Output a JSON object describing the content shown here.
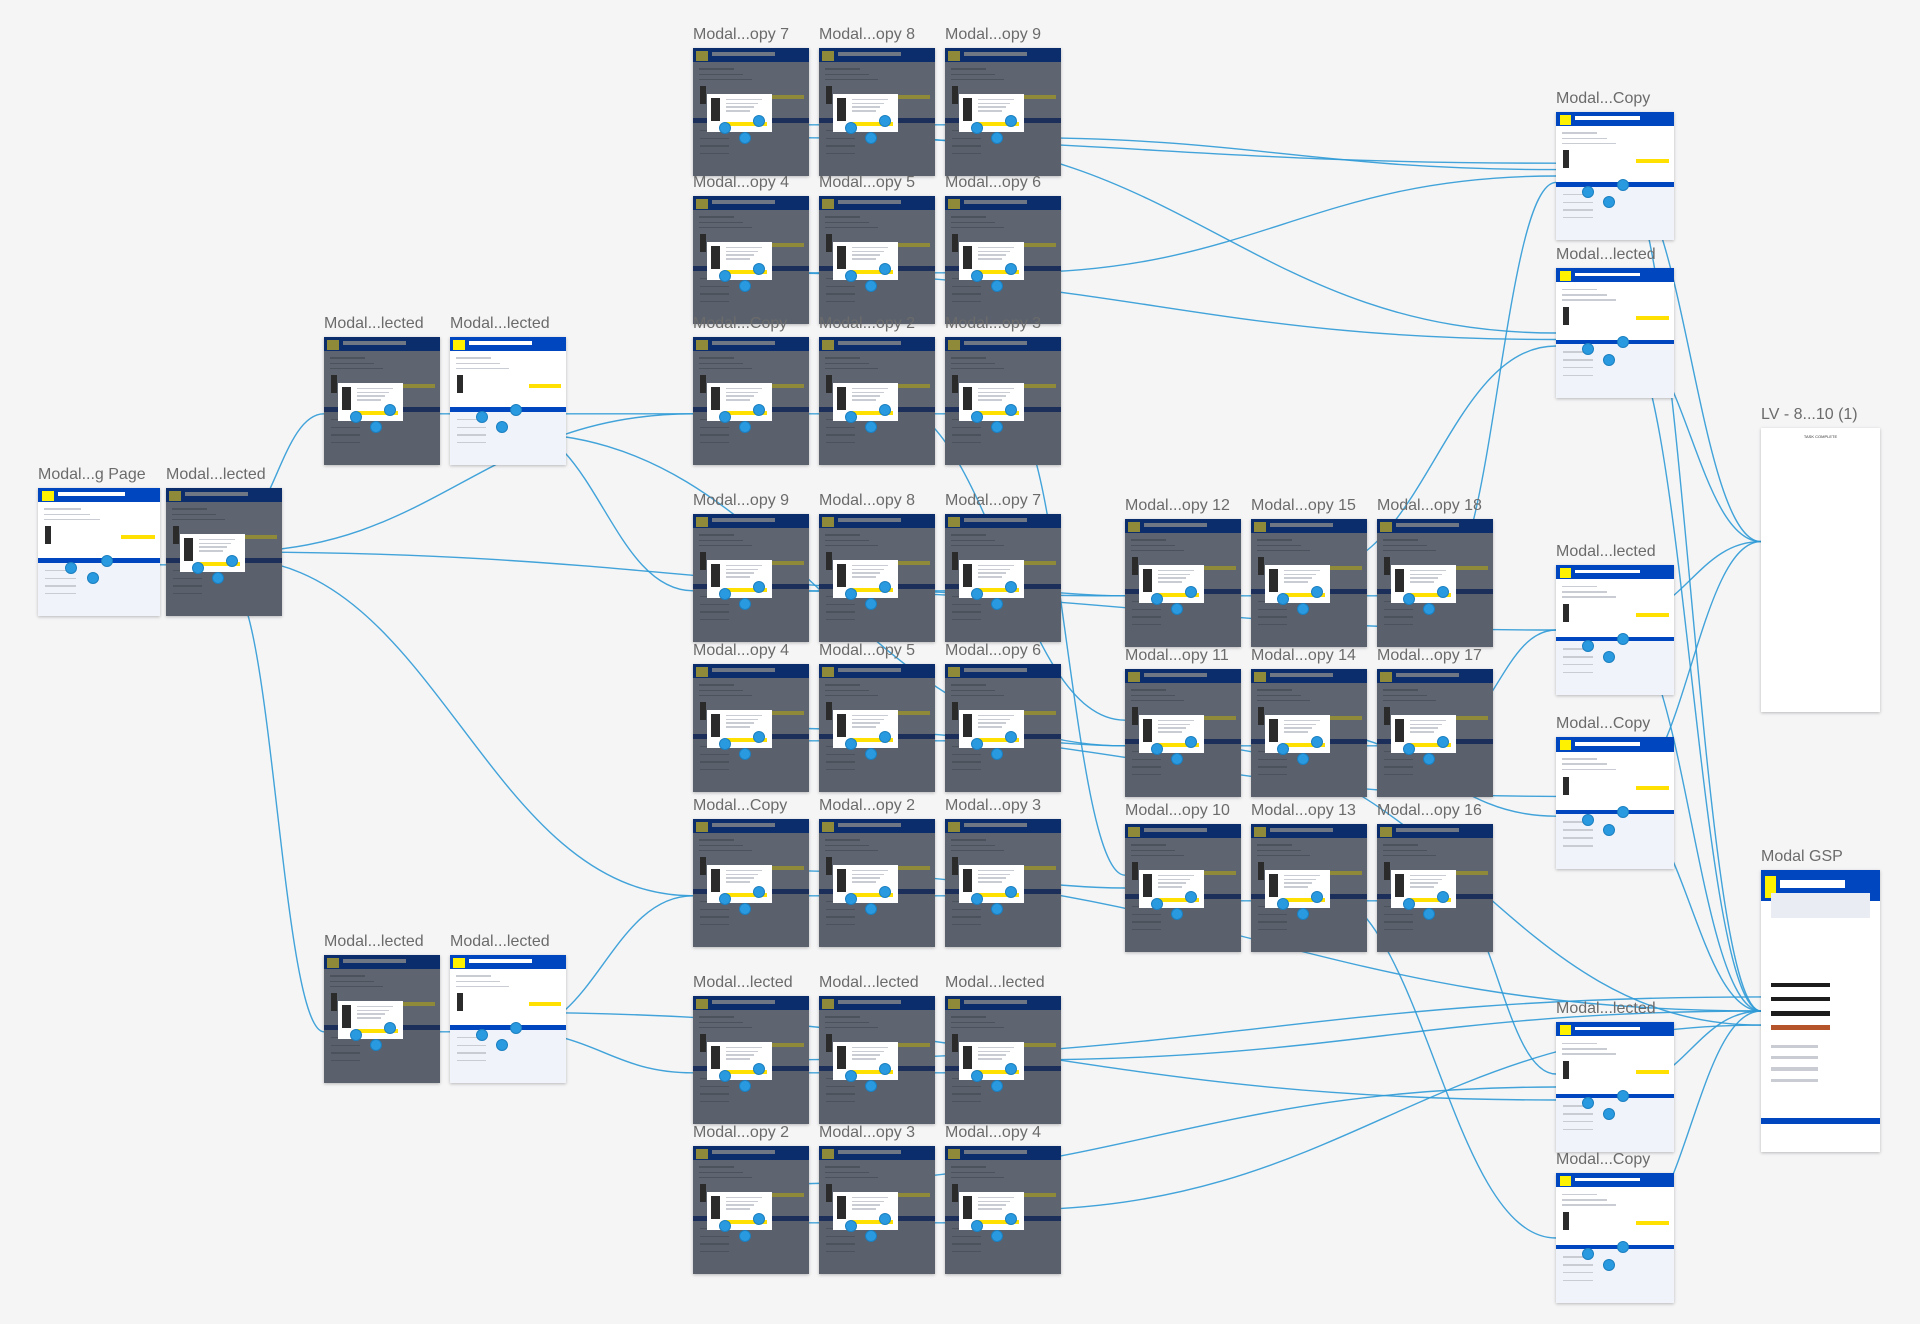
{
  "canvas": {
    "background": "#f5f5f6",
    "connector_color": "#2e9ad6",
    "hotspot_color": "#2a9ae0"
  },
  "artboards": [
    {
      "id": "a0",
      "label": "Modal...g Page",
      "style": "light"
    },
    {
      "id": "a1",
      "label": "Modal...lected",
      "style": "dark"
    },
    {
      "id": "a2",
      "label": "Modal...lected",
      "style": "dark"
    },
    {
      "id": "a3",
      "label": "Modal...lected",
      "style": "light"
    },
    {
      "id": "a4",
      "label": "Modal...lected",
      "style": "dark"
    },
    {
      "id": "a5",
      "label": "Modal...lected",
      "style": "light"
    },
    {
      "id": "b1",
      "label": "Modal...opy 7",
      "style": "dark"
    },
    {
      "id": "b2",
      "label": "Modal...opy 8",
      "style": "dark"
    },
    {
      "id": "b3",
      "label": "Modal...opy 9",
      "style": "dark"
    },
    {
      "id": "b4",
      "label": "Modal...opy 4",
      "style": "dark"
    },
    {
      "id": "b5",
      "label": "Modal...opy 5",
      "style": "dark"
    },
    {
      "id": "b6",
      "label": "Modal...opy 6",
      "style": "dark"
    },
    {
      "id": "b7",
      "label": "Modal...Copy",
      "style": "dark"
    },
    {
      "id": "b8",
      "label": "Modal...opy 2",
      "style": "dark"
    },
    {
      "id": "b9",
      "label": "Modal...opy 3",
      "style": "dark"
    },
    {
      "id": "c1",
      "label": "Modal...opy 9",
      "style": "dark"
    },
    {
      "id": "c2",
      "label": "Modal...opy 8",
      "style": "dark"
    },
    {
      "id": "c3",
      "label": "Modal...opy 7",
      "style": "dark"
    },
    {
      "id": "c4",
      "label": "Modal...opy 4",
      "style": "dark"
    },
    {
      "id": "c5",
      "label": "Modal...opy 5",
      "style": "dark"
    },
    {
      "id": "c6",
      "label": "Modal...opy 6",
      "style": "dark"
    },
    {
      "id": "c7",
      "label": "Modal...Copy",
      "style": "dark"
    },
    {
      "id": "c8",
      "label": "Modal...opy 2",
      "style": "dark"
    },
    {
      "id": "c9",
      "label": "Modal...opy 3",
      "style": "dark"
    },
    {
      "id": "d1",
      "label": "Modal...lected",
      "style": "dark"
    },
    {
      "id": "d2",
      "label": "Modal...lected",
      "style": "dark"
    },
    {
      "id": "d3",
      "label": "Modal...lected",
      "style": "dark"
    },
    {
      "id": "d4",
      "label": "Modal...opy 2",
      "style": "dark"
    },
    {
      "id": "d5",
      "label": "Modal...opy 3",
      "style": "dark"
    },
    {
      "id": "d6",
      "label": "Modal...opy 4",
      "style": "dark"
    },
    {
      "id": "e1",
      "label": "Modal...opy 12",
      "style": "dark"
    },
    {
      "id": "e2",
      "label": "Modal...opy 15",
      "style": "dark"
    },
    {
      "id": "e3",
      "label": "Modal...opy 18",
      "style": "dark"
    },
    {
      "id": "e4",
      "label": "Modal...opy 11",
      "style": "dark"
    },
    {
      "id": "e5",
      "label": "Modal...opy 14",
      "style": "dark"
    },
    {
      "id": "e6",
      "label": "Modal...opy 17",
      "style": "dark"
    },
    {
      "id": "e7",
      "label": "Modal...opy 10",
      "style": "dark"
    },
    {
      "id": "e8",
      "label": "Modal...opy 13",
      "style": "dark"
    },
    {
      "id": "e9",
      "label": "Modal...opy 16",
      "style": "dark"
    },
    {
      "id": "f1",
      "label": "Modal...Copy",
      "style": "light"
    },
    {
      "id": "f2",
      "label": "Modal...lected",
      "style": "light"
    },
    {
      "id": "f3",
      "label": "Modal...lected",
      "style": "light"
    },
    {
      "id": "f4",
      "label": "Modal...Copy",
      "style": "light"
    },
    {
      "id": "f5",
      "label": "Modal...lected",
      "style": "light"
    },
    {
      "id": "f6",
      "label": "Modal...Copy",
      "style": "light"
    },
    {
      "id": "g1",
      "label": "LV - 8...10 (1)",
      "style": "blank",
      "text": "TASK COMPLETE"
    },
    {
      "id": "g2",
      "label": "Modal GSP",
      "style": "gsp"
    }
  ]
}
